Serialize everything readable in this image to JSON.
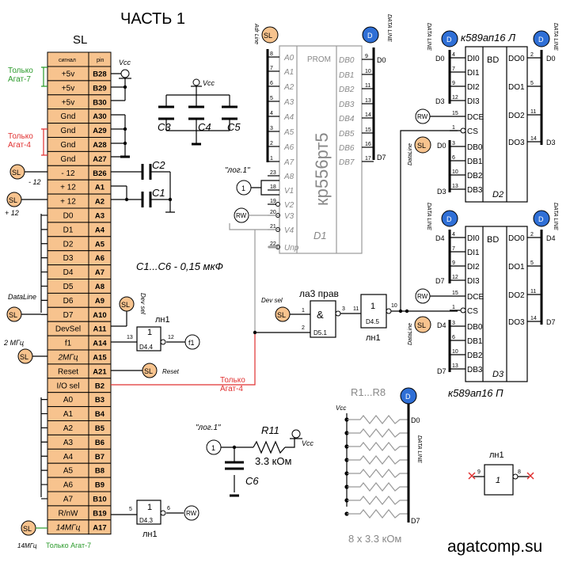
{
  "title": "ЧАСТЬ 1",
  "watermark": "agatcomp.su",
  "connector": {
    "name": "SL",
    "header_signal": "сигнал",
    "header_pin": "pin",
    "rows": [
      {
        "sig": "+5v",
        "pin": "B28"
      },
      {
        "sig": "+5v",
        "pin": "B29"
      },
      {
        "sig": "+5v",
        "pin": "B30"
      },
      {
        "sig": "Gnd",
        "pin": "A30"
      },
      {
        "sig": "Gnd",
        "pin": "A29"
      },
      {
        "sig": "Gnd",
        "pin": "A28"
      },
      {
        "sig": "Gnd",
        "pin": "A27"
      },
      {
        "sig": "- 12",
        "pin": "B26"
      },
      {
        "sig": "+ 12",
        "pin": "A1"
      },
      {
        "sig": "+ 12",
        "pin": "A2"
      },
      {
        "sig": "D0",
        "pin": "A3"
      },
      {
        "sig": "D1",
        "pin": "A4"
      },
      {
        "sig": "D2",
        "pin": "A5"
      },
      {
        "sig": "D3",
        "pin": "A6"
      },
      {
        "sig": "D4",
        "pin": "A7"
      },
      {
        "sig": "D5",
        "pin": "A8"
      },
      {
        "sig": "D6",
        "pin": "A9"
      },
      {
        "sig": "D7",
        "pin": "A10"
      },
      {
        "sig": "DevSel",
        "pin": "A11"
      },
      {
        "sig": "f1",
        "pin": "A14"
      },
      {
        "sig": "2МГц",
        "pin": "A15"
      },
      {
        "sig": "Reset",
        "pin": "A21"
      },
      {
        "sig": "I/O sel",
        "pin": "B2"
      },
      {
        "sig": "A0",
        "pin": "B3"
      },
      {
        "sig": "A1",
        "pin": "B4"
      },
      {
        "sig": "A2",
        "pin": "B5"
      },
      {
        "sig": "A3",
        "pin": "B6"
      },
      {
        "sig": "A4",
        "pin": "B7"
      },
      {
        "sig": "A5",
        "pin": "B8"
      },
      {
        "sig": "A6",
        "pin": "B9"
      },
      {
        "sig": "A7",
        "pin": "B10"
      },
      {
        "sig": "R/nW",
        "pin": "B19"
      },
      {
        "sig": "14МГц",
        "pin": "A17"
      }
    ]
  },
  "labels": {
    "only_agat7": "Только\nАгат-7",
    "only_agat4": "Только\nАгат-4",
    "only_agat7_bottom": "Только Агат-7",
    "vcc": "Vcc",
    "sl": "SL",
    "d": "D",
    "rw": "RW",
    "minus12": "- 12",
    "plus12": "+ 12",
    "dataline": "DataLine",
    "data_line": "DATA LINE",
    "adr_line": "Adr Line",
    "mhz2": "2 МГц",
    "mhz14": "14МГц",
    "dev_sel": "Dev sel",
    "reset": "Reset",
    "log1": "\"лог.1\"",
    "one": "1",
    "f1": "f1",
    "caps_note": "С1...С6  - 0,15 мкФ",
    "c1": "C1",
    "c2": "C2",
    "c3": "C3",
    "c4": "C4",
    "c5": "C5",
    "c6": "C6",
    "r11": "R11",
    "r11_val": "3.3 кОм",
    "r_array": "R1...R8",
    "r_array_val": "8 х 3.3 кОм",
    "d0": "D0",
    "d7": "D7"
  },
  "rom": {
    "name": "кр556рт5",
    "ref": "D1",
    "prom": "PROM",
    "left_pins": [
      {
        "n": "8",
        "s": "A0"
      },
      {
        "n": "7",
        "s": "A1"
      },
      {
        "n": "6",
        "s": "A2"
      },
      {
        "n": "5",
        "s": "A3"
      },
      {
        "n": "4",
        "s": "A4"
      },
      {
        "n": "3",
        "s": "A5"
      },
      {
        "n": "2",
        "s": "A6"
      },
      {
        "n": "1",
        "s": "A7"
      },
      {
        "n": "23",
        "s": "A8"
      },
      {
        "n": "18",
        "s": "V1"
      },
      {
        "n": "19",
        "s": "V2"
      },
      {
        "n": "20",
        "s": "V3"
      },
      {
        "n": "21",
        "s": "V4"
      },
      {
        "n": "22",
        "s": "Uпр"
      }
    ],
    "right_pins": [
      {
        "n": "9",
        "s": "DB0"
      },
      {
        "n": "10",
        "s": "DB1"
      },
      {
        "n": "11",
        "s": "DB2"
      },
      {
        "n": "13",
        "s": "DB3"
      },
      {
        "n": "14",
        "s": "DB4"
      },
      {
        "n": "15",
        "s": "DB5"
      },
      {
        "n": "16",
        "s": "DB6"
      },
      {
        "n": "17",
        "s": "DB7"
      }
    ]
  },
  "bd_top": {
    "name": "к589ап16 Л",
    "ref": "D2",
    "bd": "BD",
    "left": [
      {
        "n": "4",
        "s": "DI0"
      },
      {
        "n": "7",
        "s": "DI1"
      },
      {
        "n": "9",
        "s": "DI2"
      },
      {
        "n": "12",
        "s": "DI3"
      },
      {
        "n": "15",
        "s": "DCE"
      },
      {
        "n": "1",
        "s": "CS"
      },
      {
        "n": "3",
        "s": "DB0"
      },
      {
        "n": "6",
        "s": "DB1"
      },
      {
        "n": "10",
        "s": "DB2"
      },
      {
        "n": "13",
        "s": "DB3"
      }
    ],
    "right": [
      {
        "n": "2",
        "s": "DO0"
      },
      {
        "n": "5",
        "s": "DO1"
      },
      {
        "n": "11",
        "s": "DO2"
      },
      {
        "n": "14",
        "s": "DO3"
      }
    ],
    "data_in": [
      "D0",
      "D3"
    ],
    "data_out": [
      "D0",
      "D3"
    ],
    "bus": [
      "D0",
      "D3"
    ]
  },
  "bd_bottom": {
    "name": "к589ап16 П",
    "ref": "D3",
    "bd": "BD",
    "left": [
      {
        "n": "4",
        "s": "DI0"
      },
      {
        "n": "7",
        "s": "DI1"
      },
      {
        "n": "9",
        "s": "DI2"
      },
      {
        "n": "12",
        "s": "DI3"
      },
      {
        "n": "15",
        "s": "DCE"
      },
      {
        "n": "1",
        "s": "CS"
      },
      {
        "n": "3",
        "s": "DB0"
      },
      {
        "n": "6",
        "s": "DB1"
      },
      {
        "n": "10",
        "s": "DB2"
      },
      {
        "n": "13",
        "s": "DB3"
      }
    ],
    "right": [
      {
        "n": "2",
        "s": "DO0"
      },
      {
        "n": "5",
        "s": "DO1"
      },
      {
        "n": "11",
        "s": "DO2"
      },
      {
        "n": "14",
        "s": "DO3"
      }
    ],
    "data_in": [
      "D4",
      "D7"
    ],
    "data_out": [
      "D4",
      "D7"
    ],
    "bus": [
      "D4",
      "D7"
    ]
  },
  "gates": {
    "nand": {
      "name": "ла3 прав",
      "sym": "&",
      "ref": "D5.1",
      "pins": [
        "1",
        "2",
        "3"
      ]
    },
    "inv45": {
      "name": "лн1",
      "sym": "1",
      "ref": "D4.5",
      "pins": [
        "11",
        "10"
      ]
    },
    "inv44": {
      "name": "лн1",
      "sym": "1",
      "ref": "D4.4",
      "pins": [
        "13",
        "12"
      ]
    },
    "inv43": {
      "name": "лн1",
      "sym": "1",
      "ref": "D4.3",
      "pins": [
        "5",
        "6"
      ]
    },
    "spare": {
      "name": "лн1",
      "sym": "1",
      "pins": [
        "9",
        "8"
      ]
    }
  }
}
